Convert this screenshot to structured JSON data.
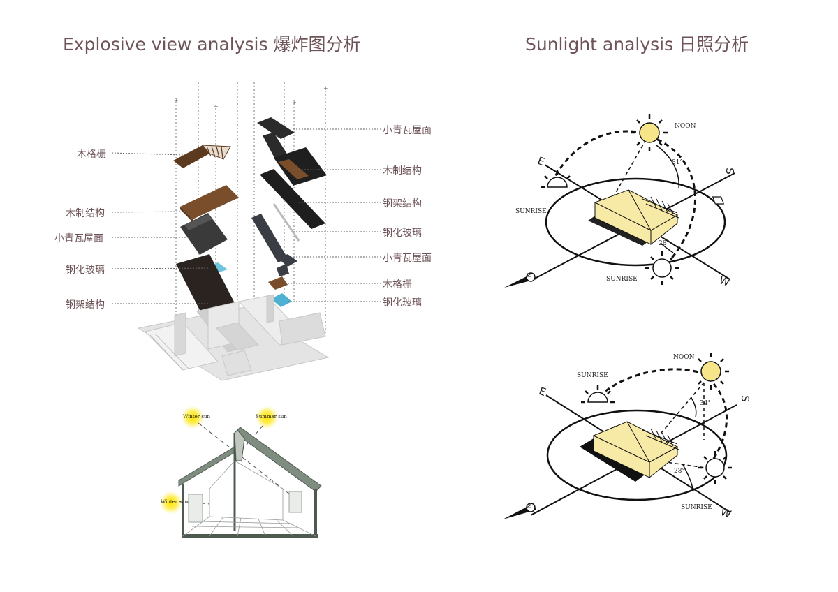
{
  "titles": {
    "left": "Explosive view analysis 爆炸图分析",
    "right": "Sunlight analysis 日照分析"
  },
  "explode_labels": {
    "left": [
      "木格栅",
      "木制结构",
      "小青瓦屋面",
      "钢化玻璃",
      "钢架结构"
    ],
    "right": [
      "小青瓦屋面",
      "木制结构",
      "钢架结构",
      "钢化玻璃",
      "小青瓦屋面",
      "木格栅",
      "钢化玻璃"
    ]
  },
  "section": {
    "winter_sun_top": "Winter sun",
    "summer_sun": "Summer sun",
    "winter_sun_left": "Winter sun"
  },
  "sun1": {
    "noon": "NOON",
    "angle_top": "81°",
    "angle_low": "28°",
    "sunrise_left": "SUNRISE",
    "sunrise_bottom": "SUNRISE",
    "e": "E",
    "s": "S",
    "n": "N",
    "w": "W"
  },
  "sun2": {
    "noon": "NOON",
    "angle_top": "34°",
    "angle_low": "28°",
    "sunrise_top": "SUNRISE",
    "sunrise_bottom": "SUNRISE",
    "e": "E",
    "s": "S",
    "n": "N",
    "w": "W"
  },
  "colors": {
    "title": "#6e5458",
    "roof_tile": "#2b2b2b",
    "wood": "#7a4e2b",
    "glass": "#6ec3dd",
    "house": "#f7e9a6",
    "sun": "#f7e58a"
  }
}
